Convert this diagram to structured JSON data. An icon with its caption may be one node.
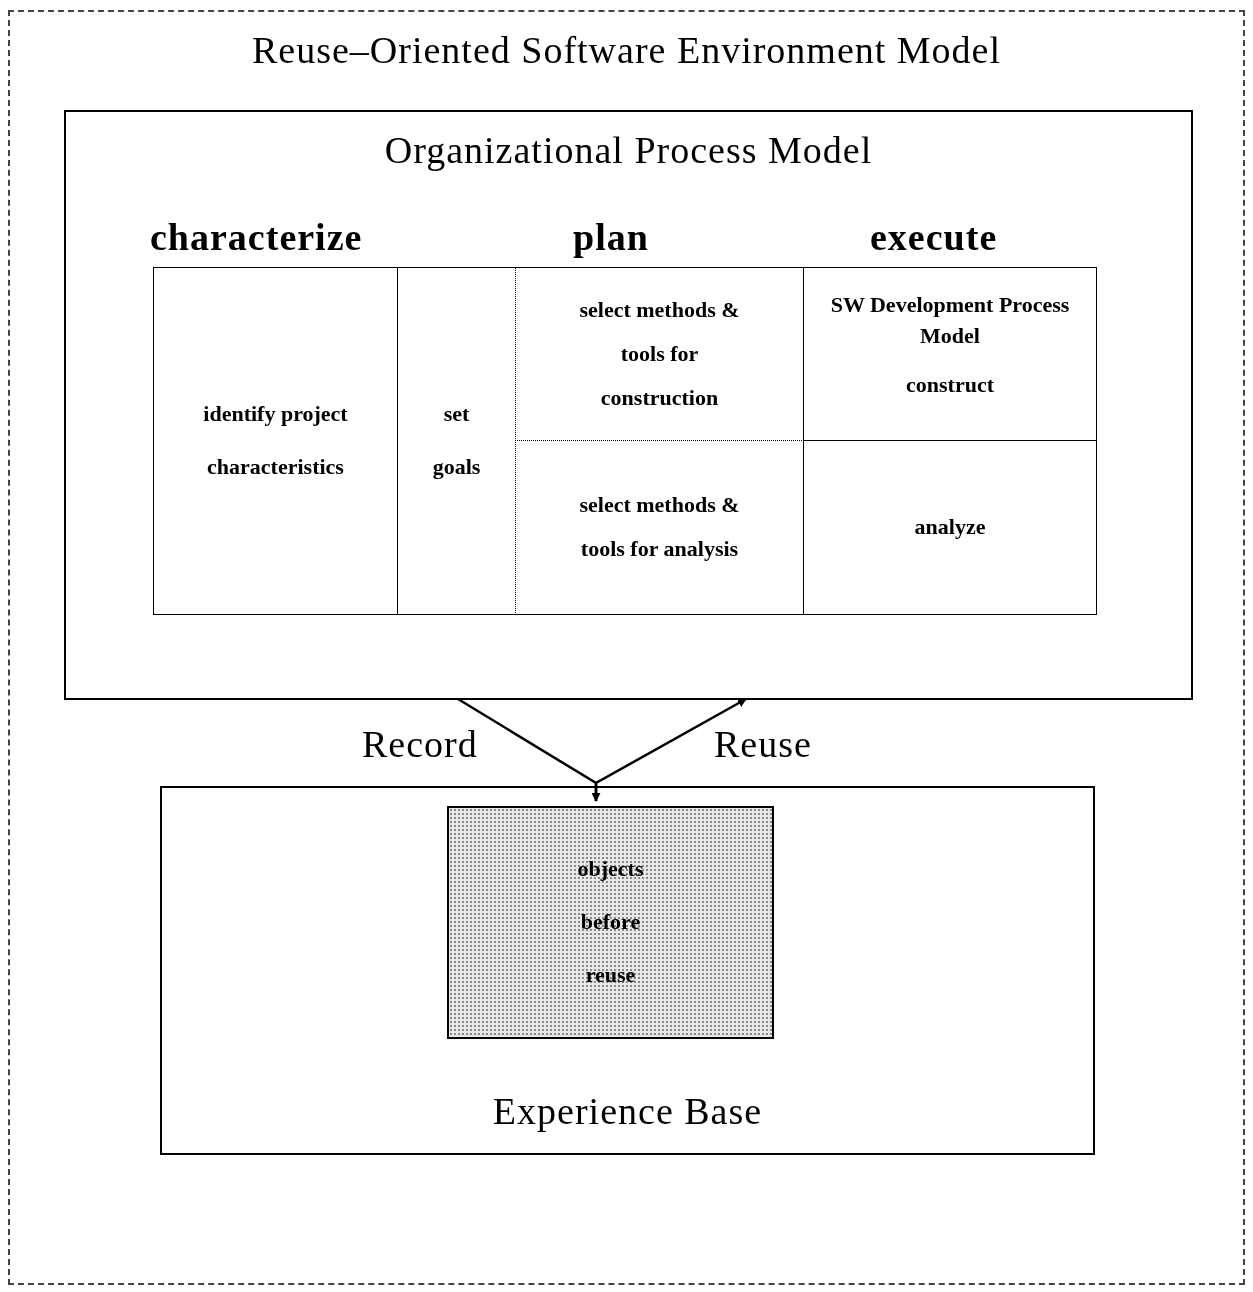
{
  "diagram": {
    "nodes": [
      {
        "text": [
          "Reuse–Oriented Software Environment Model"
        ]
      },
      {
        "text": [
          "Organizational Process Model"
        ],
        "in": 0
      },
      {
        "text": [
          "identify project characteristics"
        ],
        "in": 1
      },
      {
        "text": [
          "set goals"
        ],
        "in": 1
      },
      {
        "text": [
          "select methods & tools for construction"
        ],
        "in": 1
      },
      {
        "text": [
          "select methods & tools for analysis"
        ],
        "in": 1
      },
      {
        "text": [
          "SW Development Process Model",
          "construct"
        ],
        "in": 1
      },
      {
        "text": [
          "analyze"
        ],
        "in": 1
      },
      {
        "text": [
          "Experience Base"
        ],
        "in": 0
      },
      {
        "text": [
          "objects before reuse"
        ],
        "in": 8
      }
    ],
    "edges": [
      {
        "from": 1,
        "to": 9,
        "arrow": "to",
        "label": "Record"
      },
      {
        "from": 9,
        "to": 1,
        "arrow": "to",
        "label": "Reuse"
      }
    ],
    "labels": [
      "characterize",
      "plan",
      "execute"
    ]
  }
}
